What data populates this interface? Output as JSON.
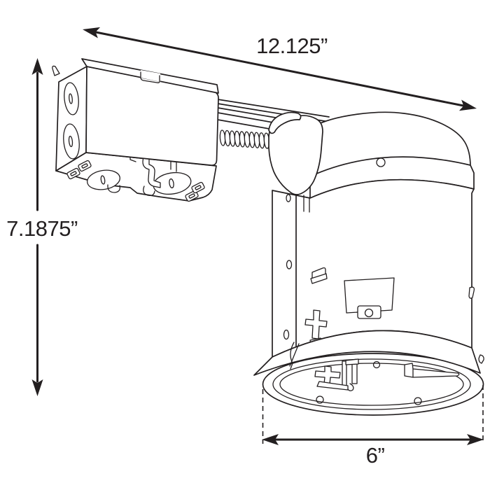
{
  "diagram": {
    "background_color": "#ffffff",
    "line_color": "#231f20",
    "dimensions": {
      "overall_width": "12.125”",
      "overall_height": "7.1875”",
      "aperture_diameter": "6”"
    }
  }
}
